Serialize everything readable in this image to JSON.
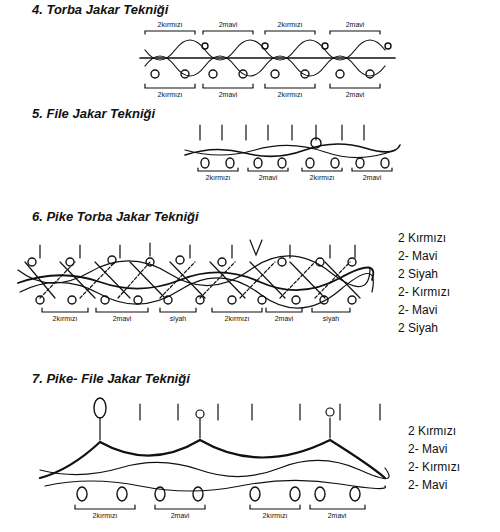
{
  "diagram": {
    "labels": [
      "4. Torba Jakar Tekniği",
      "2kırmızı",
      "2mavi",
      "2kırmızı",
      "2mavi",
      "2kırmızı",
      "2mavi",
      "2kırmızı",
      "2mavi",
      "5. File Jakar Tekniği",
      "2kırmızı",
      "2mavi",
      "2kırmızı",
      "2mavi",
      "6. Pike Torba Jakar Tekniği",
      "2kırmızı",
      "2mavi",
      "siyah",
      "2kırmızı",
      "2mavi",
      "siyah",
      "2 Kırmızı",
      "2- Mavi",
      "2 Siyah",
      "2- Kırmızı",
      "2- Mavi",
      "2 Siyah",
      "7. Pike- File Jakar Tekniği",
      "2kırmızı",
      "2mavi",
      "2kırmızı",
      "2mavi",
      "2 Kırmızı",
      "2- Mavi",
      "2- Kırmızı",
      "2- Mavi"
    ]
  }
}
